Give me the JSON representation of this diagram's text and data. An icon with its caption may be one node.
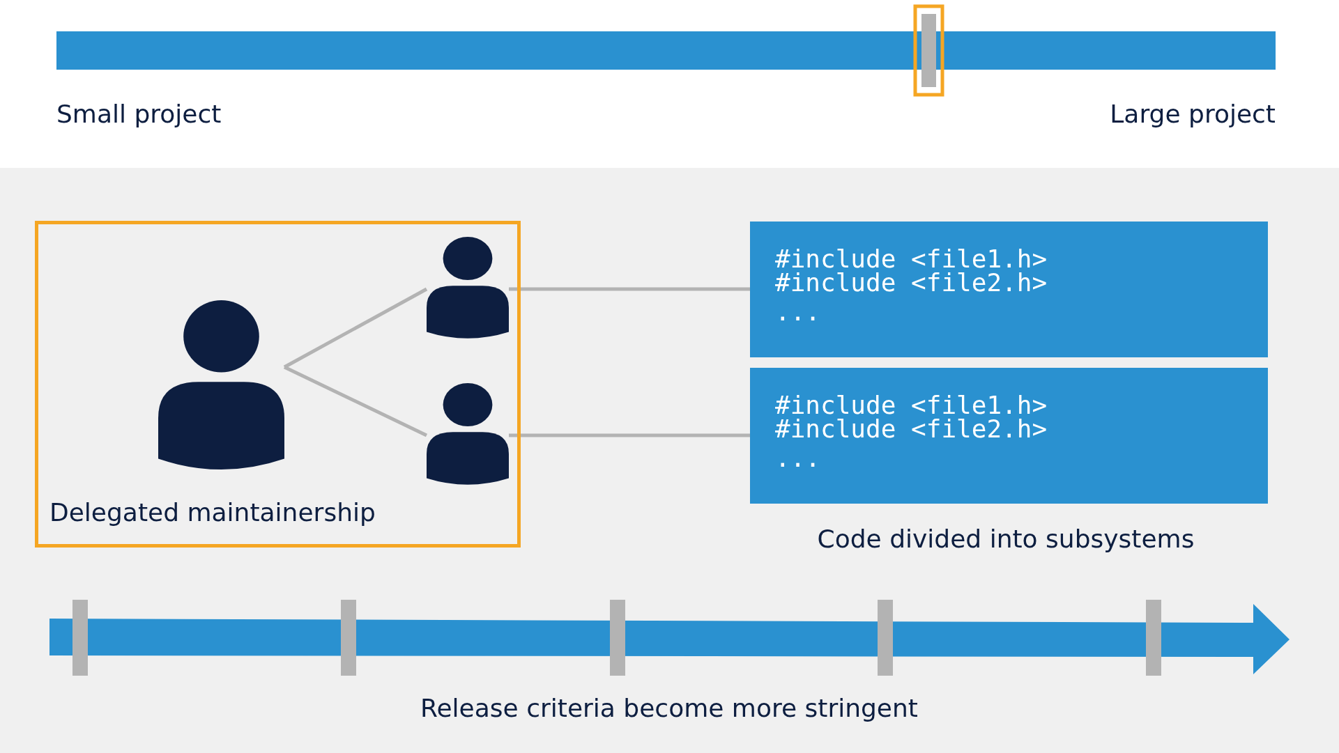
{
  "diagram": {
    "nodes": [
      {
        "text": [
          "Delegated maintainership"
        ]
      },
      {
        "text": [],
        "shape": "person",
        "in": 0
      },
      {
        "text": [],
        "shape": "person",
        "in": 0
      },
      {
        "text": [],
        "shape": "person",
        "in": 0
      },
      {
        "text": [
          "#include <file1.h>",
          "#include <file2.h>",
          "..."
        ]
      },
      {
        "text": [
          "#include <file1.h>",
          "#include <file2.h>",
          "..."
        ]
      }
    ],
    "edges": [
      {
        "from": 1,
        "to": 2,
        "arrow": "none"
      },
      {
        "from": 1,
        "to": 3,
        "arrow": "none"
      },
      {
        "from": 2,
        "to": 4,
        "arrow": "none"
      },
      {
        "from": 3,
        "to": 5,
        "arrow": "none"
      }
    ],
    "labels": [
      "Small project",
      "Large project",
      "Code divided into subsystems",
      "Release criteria become more stringent"
    ]
  }
}
